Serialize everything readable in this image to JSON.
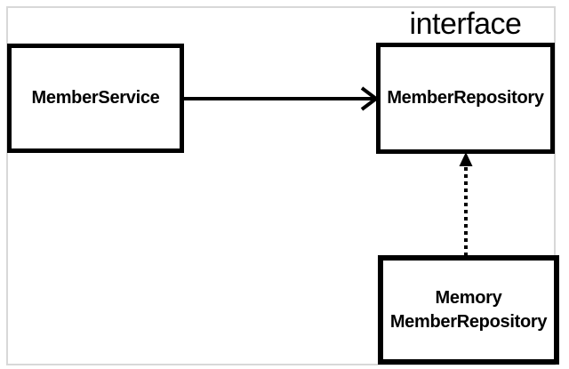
{
  "diagram": {
    "interface_label": "interface",
    "nodes": [
      {
        "id": "member-service",
        "label": "MemberService"
      },
      {
        "id": "member-repository",
        "label": "MemberRepository",
        "stereotype": "interface"
      },
      {
        "id": "memory-member-repository",
        "label_line1": "Memory",
        "label_line2": "MemberRepository"
      }
    ],
    "edges": [
      {
        "from": "member-service",
        "to": "member-repository",
        "style": "solid",
        "arrowhead": "open-chevron"
      },
      {
        "from": "memory-member-repository",
        "to": "member-repository",
        "style": "dotted",
        "arrowhead": "filled-triangle"
      }
    ]
  },
  "colors": {
    "line": "#000000",
    "background": "#ffffff",
    "frame_border": "#d8d8d8"
  }
}
